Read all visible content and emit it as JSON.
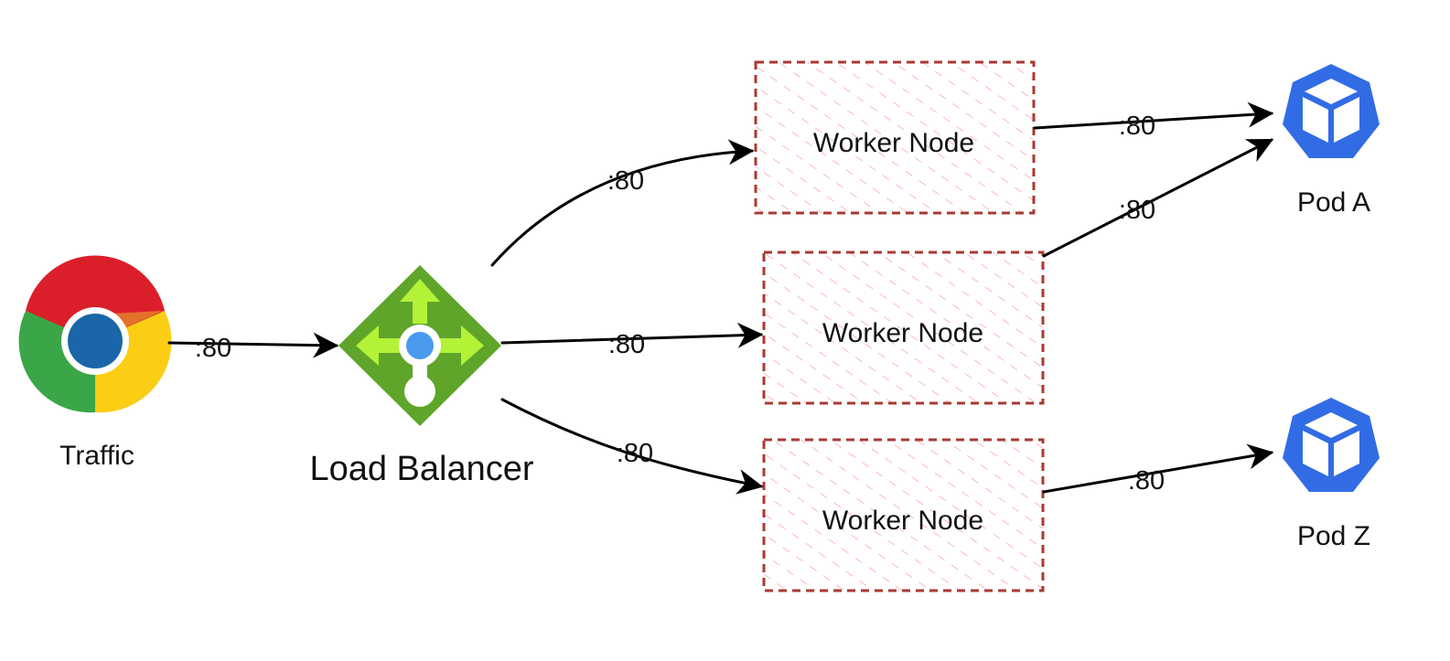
{
  "diagram": {
    "source": {
      "label": "Traffic",
      "icon": "chrome-browser-icon"
    },
    "load_balancer": {
      "label": "Load Balancer",
      "icon": "load-balancer-icon"
    },
    "worker_nodes": [
      {
        "label": "Worker Node"
      },
      {
        "label": "Worker Node"
      },
      {
        "label": "Worker Node"
      }
    ],
    "pods": [
      {
        "label": "Pod A",
        "icon": "kubernetes-pod-icon"
      },
      {
        "label": "Pod Z",
        "icon": "kubernetes-pod-icon"
      }
    ],
    "edges": [
      {
        "from": "Traffic",
        "to": "Load Balancer",
        "label": ":80"
      },
      {
        "from": "Load Balancer",
        "to": "Worker Node 1",
        "label": ":80"
      },
      {
        "from": "Load Balancer",
        "to": "Worker Node 2",
        "label": ":80"
      },
      {
        "from": "Load Balancer",
        "to": "Worker Node 3",
        "label": ":80"
      },
      {
        "from": "Worker Node 1",
        "to": "Pod A",
        "label": ":80"
      },
      {
        "from": "Worker Node 2",
        "to": "Pod A",
        "label": ":80"
      },
      {
        "from": "Worker Node 3",
        "to": "Pod Z",
        "label": ":80"
      }
    ],
    "colors": {
      "node_border": "#a83a32",
      "node_hatch": "#f6a3a3",
      "pod_blue": "#326ce5",
      "lb_green": "#5ea52a",
      "lb_arrow": "#b4f238",
      "lb_dot": "#4a9af0",
      "chrome_red": "#db1f2a",
      "chrome_green": "#3aa647",
      "chrome_yellow": "#fccd15",
      "chrome_blue": "#1a66a8"
    }
  }
}
